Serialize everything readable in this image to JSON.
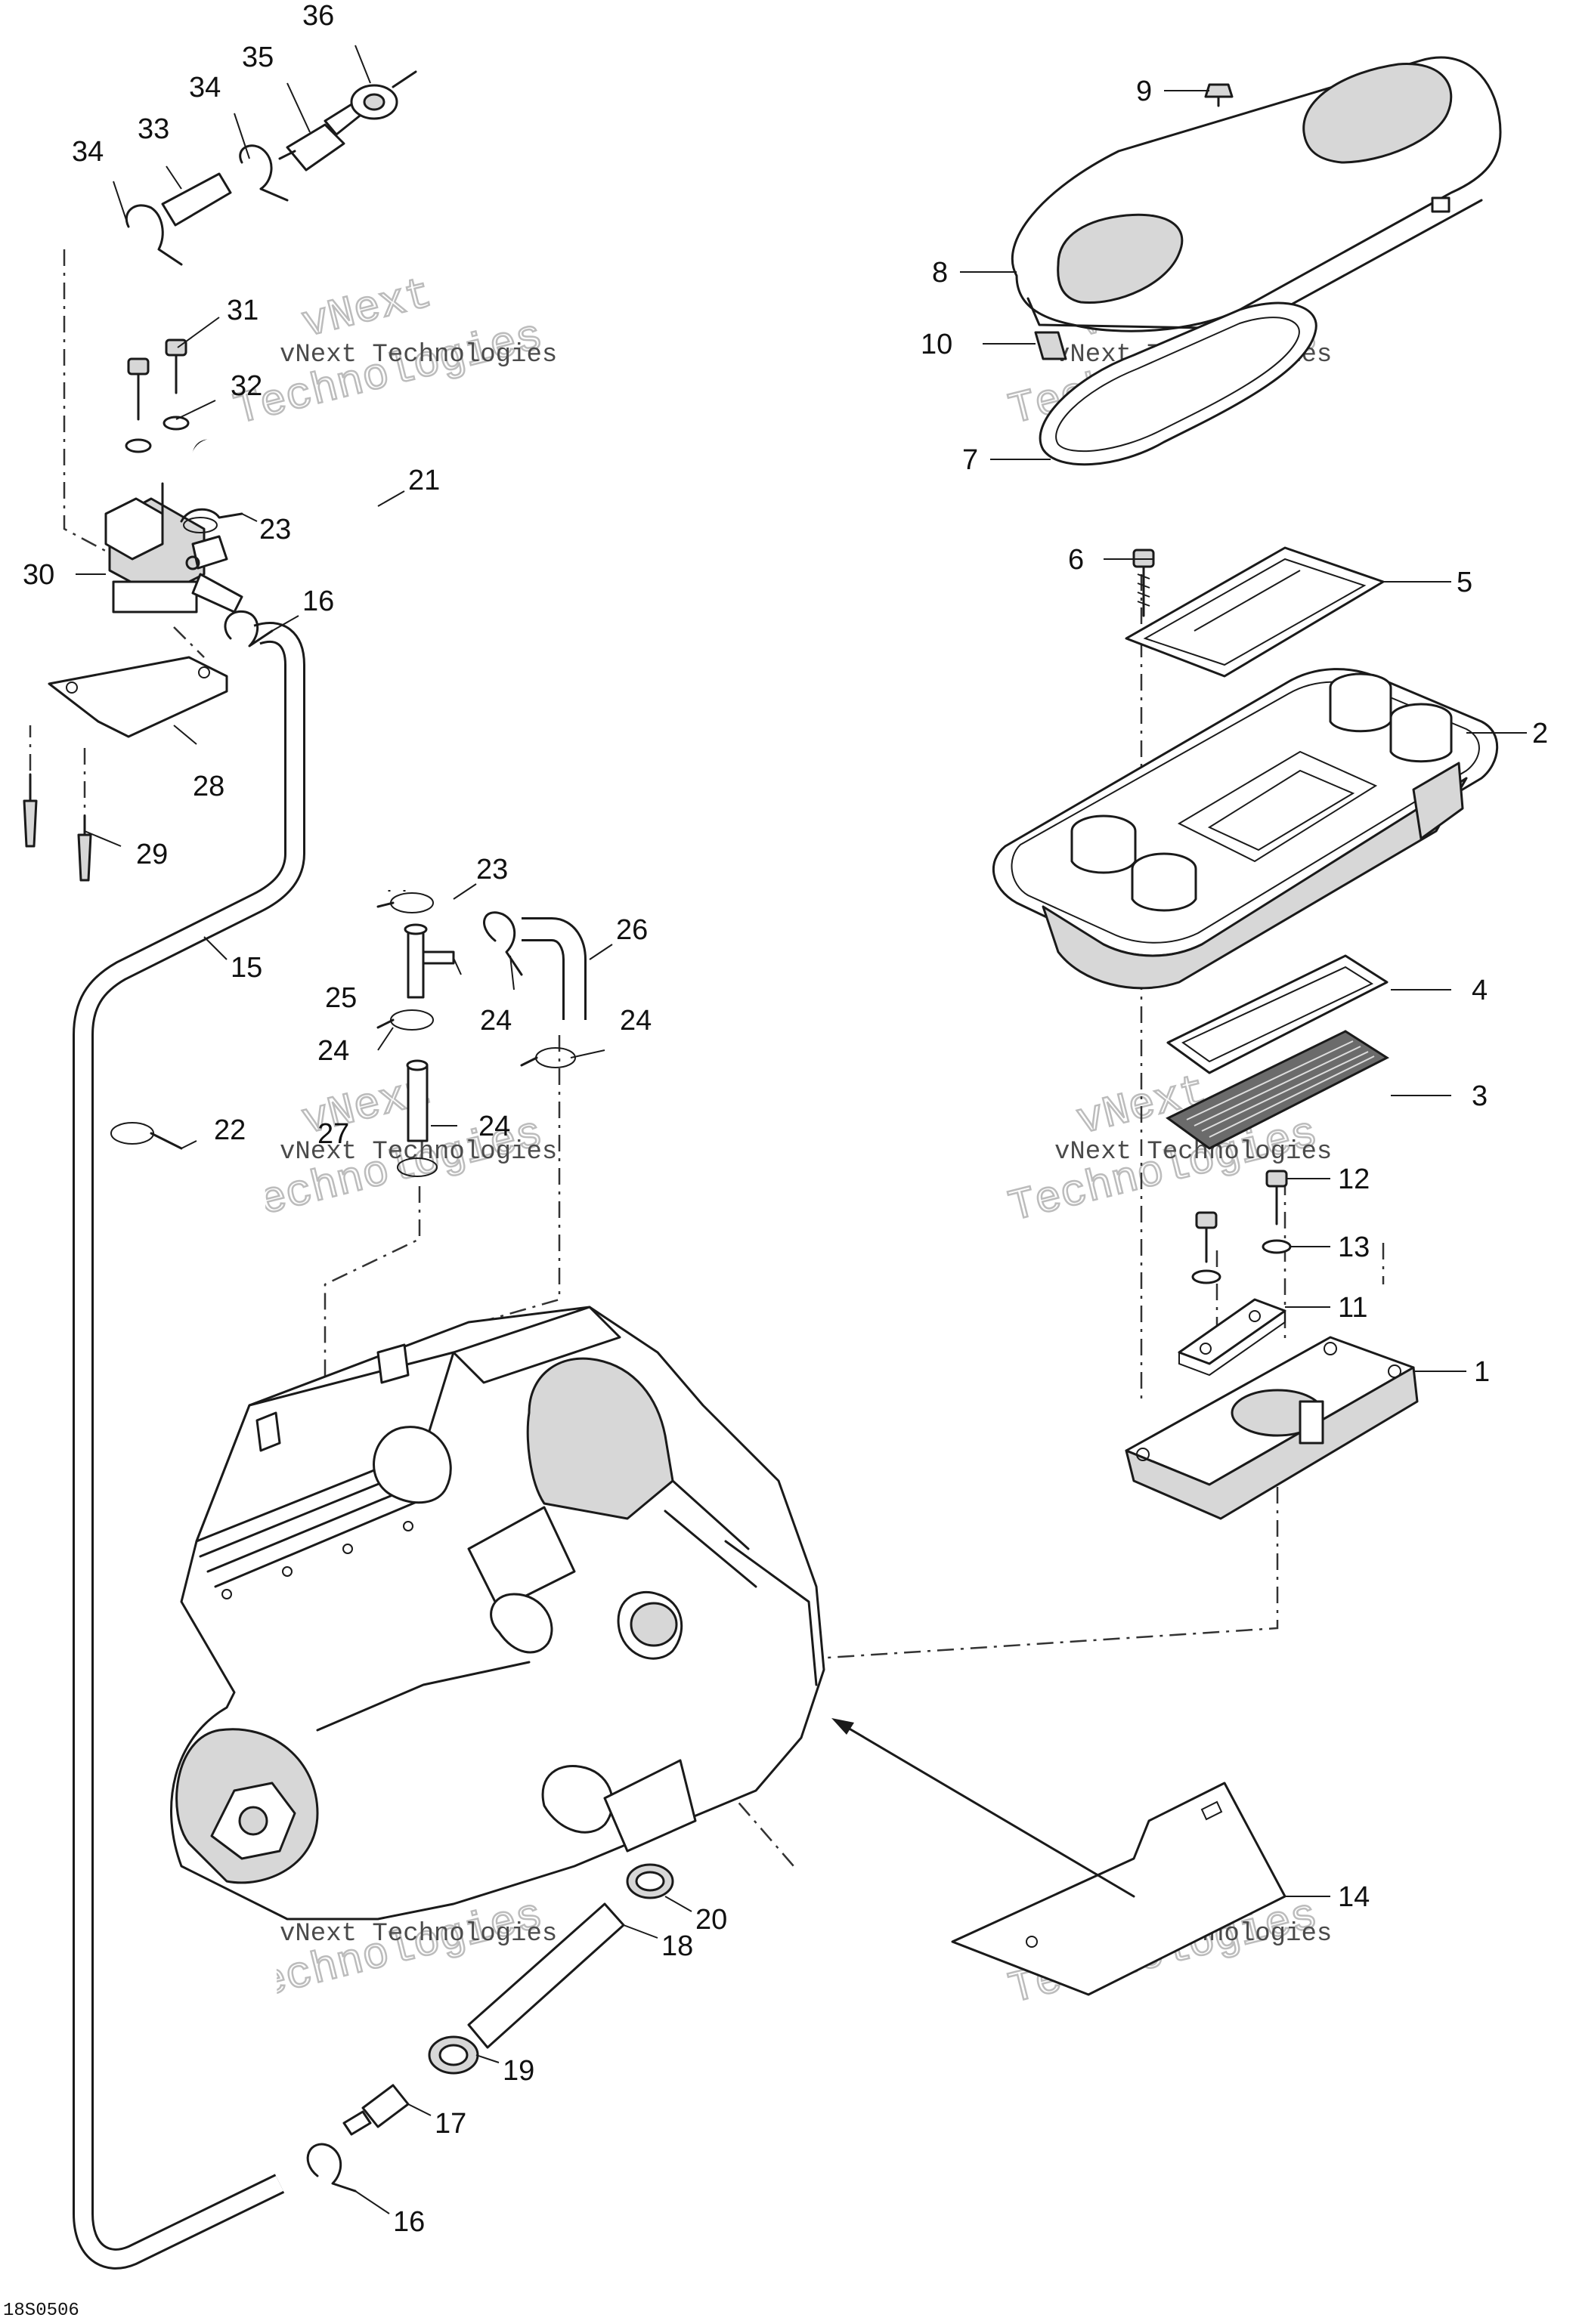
{
  "drawing_code": "18S0506",
  "watermark": {
    "line1": "vNext Technologies",
    "big_a": "vNext",
    "big_b": "Technologies"
  },
  "callouts": [
    {
      "id": "c1",
      "label": "1"
    },
    {
      "id": "c2",
      "label": "2"
    },
    {
      "id": "c3",
      "label": "3"
    },
    {
      "id": "c4",
      "label": "4"
    },
    {
      "id": "c5",
      "label": "5"
    },
    {
      "id": "c6",
      "label": "6"
    },
    {
      "id": "c7",
      "label": "7"
    },
    {
      "id": "c8",
      "label": "8"
    },
    {
      "id": "c9",
      "label": "9"
    },
    {
      "id": "c10",
      "label": "10"
    },
    {
      "id": "c11",
      "label": "11"
    },
    {
      "id": "c12",
      "label": "12"
    },
    {
      "id": "c13",
      "label": "13"
    },
    {
      "id": "c14",
      "label": "14"
    },
    {
      "id": "c15",
      "label": "15"
    },
    {
      "id": "c16a",
      "label": "16"
    },
    {
      "id": "c16b",
      "label": "16"
    },
    {
      "id": "c17",
      "label": "17"
    },
    {
      "id": "c18",
      "label": "18"
    },
    {
      "id": "c19",
      "label": "19"
    },
    {
      "id": "c20",
      "label": "20"
    },
    {
      "id": "c21",
      "label": "21"
    },
    {
      "id": "c22",
      "label": "22"
    },
    {
      "id": "c23a",
      "label": "23"
    },
    {
      "id": "c23b",
      "label": "23"
    },
    {
      "id": "c24a",
      "label": "24"
    },
    {
      "id": "c24b",
      "label": "24"
    },
    {
      "id": "c24c",
      "label": "24"
    },
    {
      "id": "c24d",
      "label": "24"
    },
    {
      "id": "c25",
      "label": "25"
    },
    {
      "id": "c26",
      "label": "26"
    },
    {
      "id": "c27",
      "label": "27"
    },
    {
      "id": "c28",
      "label": "28"
    },
    {
      "id": "c29",
      "label": "29"
    },
    {
      "id": "c30",
      "label": "30"
    },
    {
      "id": "c31",
      "label": "31"
    },
    {
      "id": "c32",
      "label": "32"
    },
    {
      "id": "c33",
      "label": "33"
    },
    {
      "id": "c34a",
      "label": "34"
    },
    {
      "id": "c34b",
      "label": "34"
    },
    {
      "id": "c35",
      "label": "35"
    },
    {
      "id": "c36",
      "label": "36"
    }
  ]
}
